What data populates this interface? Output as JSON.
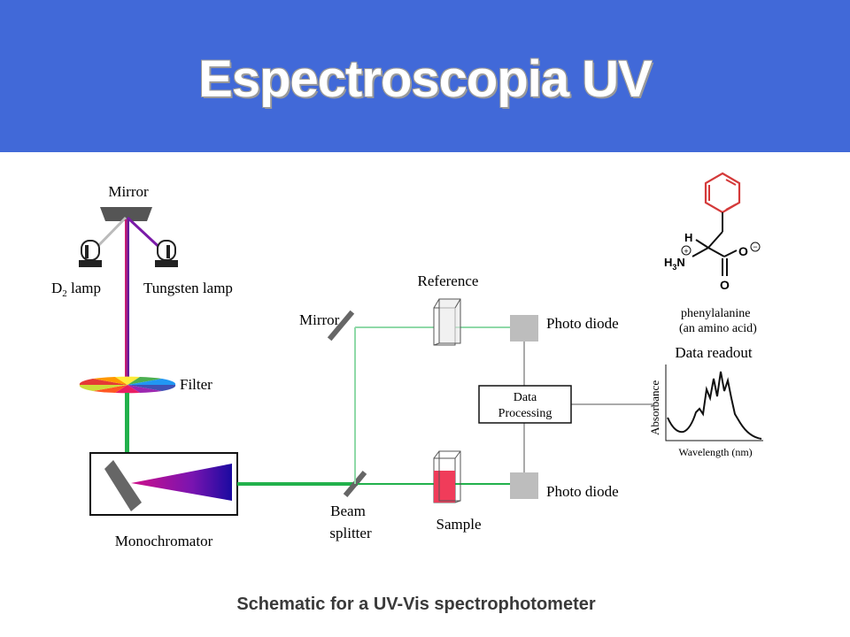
{
  "title": "Espectroscopia UV",
  "caption": "Schematic for a UV-Vis spectrophotometer",
  "labels": {
    "mirror_top": "Mirror",
    "d2_lamp_base": "D",
    "d2_lamp_sub": "2",
    "d2_lamp_rest": " lamp",
    "tungsten_lamp": "Tungsten lamp",
    "filter": "Filter",
    "monochromator": "Monochromator",
    "mirror_mid": "Mirror",
    "reference": "Reference",
    "sample": "Sample",
    "beam_splitter_1": "Beam",
    "beam_splitter_2": "splitter",
    "photo_diode_top": "Photo diode",
    "photo_diode_bottom": "Photo diode",
    "data_processing_1": "Data",
    "data_processing_2": "Processing",
    "data_readout": "Data readout",
    "absorbance": "Absorbance",
    "wavelength": "Wavelength (nm)"
  },
  "molecule": {
    "name": "phenylalanine",
    "note": "(an amino acid)",
    "h_label": "H",
    "n_label": "H",
    "n_sub": "3",
    "n_atom": "N",
    "o_minus": "O",
    "o_double": "O",
    "plus_sign": "+",
    "minus_sign": "−"
  },
  "colors": {
    "banner": "#4169d8",
    "beam_green": "#22b14c",
    "light_green": "#8fd9a8",
    "sample_red": "#f03c5a",
    "hex_red": "#d43a3a"
  }
}
